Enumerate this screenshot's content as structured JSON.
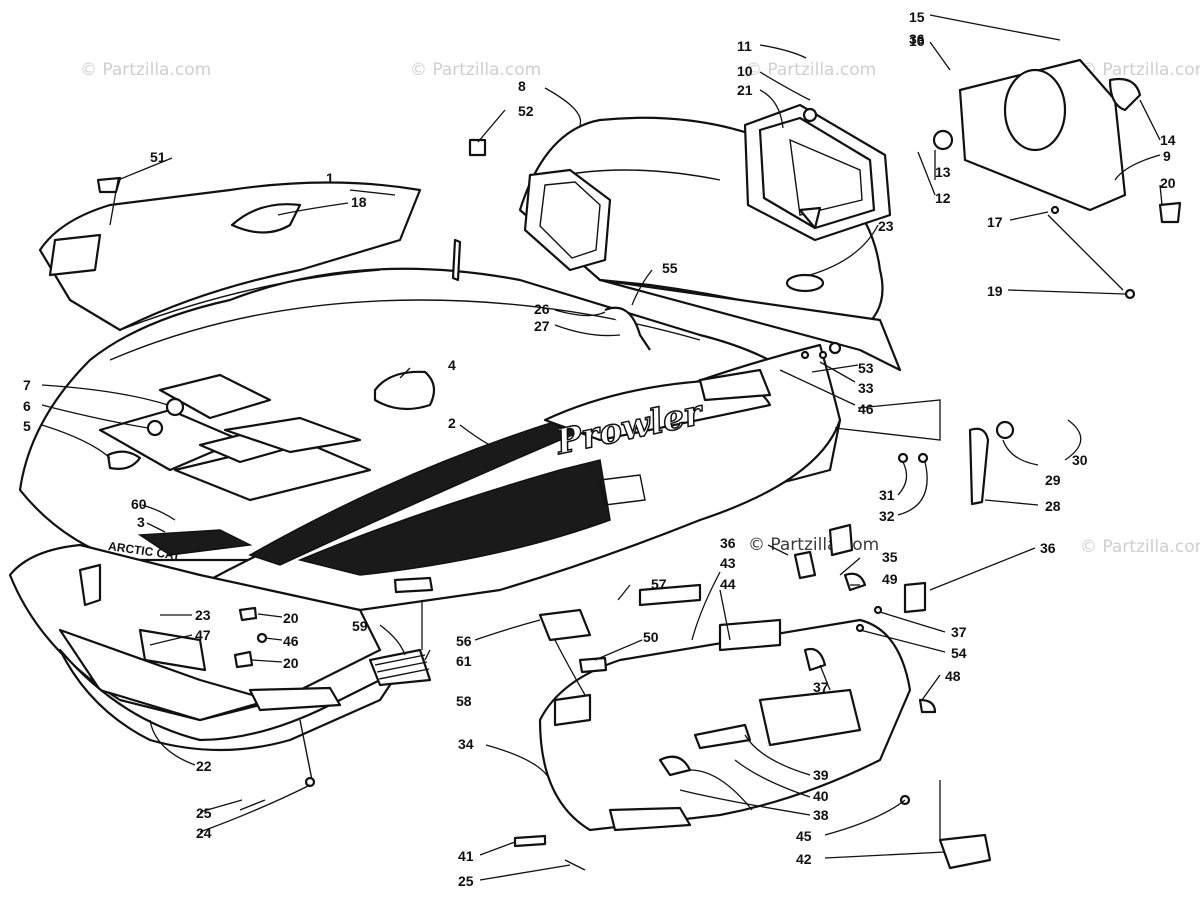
{
  "watermark": "© Partzilla.com",
  "hood_logo_text": "Prowler",
  "nose_badge_text": "ARCTIC CAT",
  "callouts": [
    "1",
    "2",
    "3",
    "4",
    "5",
    "6",
    "7",
    "8",
    "9",
    "10",
    "11",
    "12",
    "13",
    "14",
    "15",
    "16",
    "17",
    "18",
    "19",
    "20",
    "21",
    "22",
    "23",
    "24",
    "25",
    "26",
    "27",
    "28",
    "29",
    "30",
    "31",
    "32",
    "33",
    "34",
    "35",
    "36",
    "37",
    "38",
    "39",
    "40",
    "41",
    "42",
    "43",
    "44",
    "45",
    "46",
    "47",
    "48",
    "49",
    "50",
    "51",
    "52",
    "53",
    "54",
    "55",
    "56",
    "57",
    "58",
    "59",
    "60",
    "61"
  ]
}
